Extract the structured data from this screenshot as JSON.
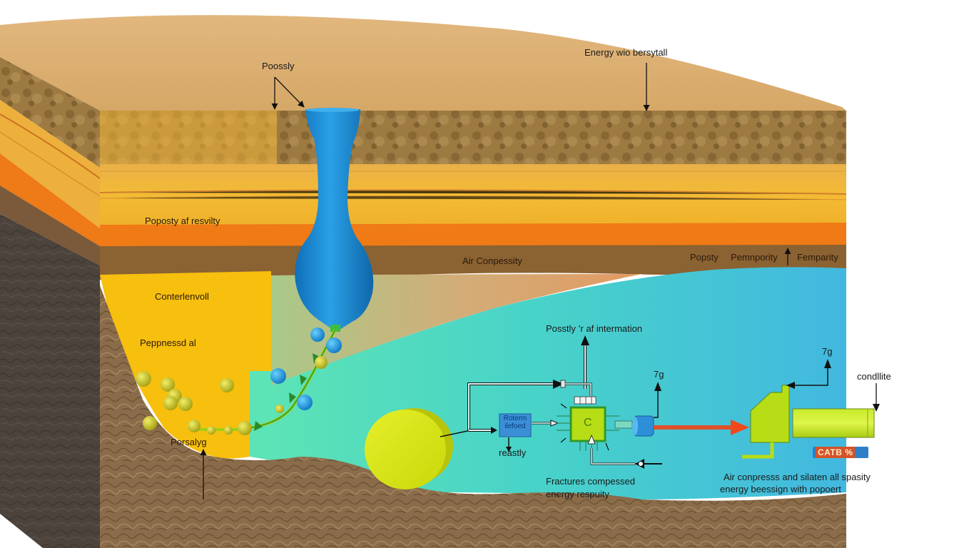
{
  "diagram": {
    "title": "Compressed air energy storage geological cross-section",
    "colors": {
      "background": "#ffffff",
      "surface_sand": "#ddb27a",
      "soil_band": "#8a6a3a",
      "yellow_layer": "#f2b928",
      "orange_layer": "#ef7a17",
      "brown_band": "#8c6232",
      "rock_dark": "#4a4038",
      "rock_brown": "#8a6a48",
      "reservoir_cyan": "#42c7d2",
      "reservoir_green": "#5ee0b8",
      "tan_zone": "#d6a56c",
      "vessel_blue": "#1a86d0",
      "compressor_green": "#b7dd16",
      "pipe_red": "#e0502a",
      "chip_green": "#2f9a2a"
    },
    "labels": {
      "top_poossly": "Poossly",
      "top_energy": "Energy wio bersytall",
      "left_poposty": "Poposty af resvilty",
      "mid_air_compessity": "Air Conpessity",
      "right_popsty": "Popsty",
      "right_pemnpority": "Pemnpority",
      "right_femparity": "Femparity",
      "left_contenenvoll": "Conterlenvoll",
      "left_peppnessd": "Peppnessd al",
      "left_porsalyg": "Porsalyg",
      "center_posstly": "Posstly ’r af intermation",
      "box_line1": "Roterm",
      "box_line2": "ilefoed",
      "box_sub": "reastly",
      "chip_letter": "C",
      "tg_1": "7g",
      "tg_2": "7g",
      "right_condlite": "condllite",
      "badge_text": "CATB %",
      "bottom_fractures_1": "Fractures compessed",
      "bottom_fractures_2": "energy respuity",
      "bottom_right_1": "Air conpresss and silaten all spasity",
      "bottom_right_2": "energy beessign with popoert"
    }
  }
}
